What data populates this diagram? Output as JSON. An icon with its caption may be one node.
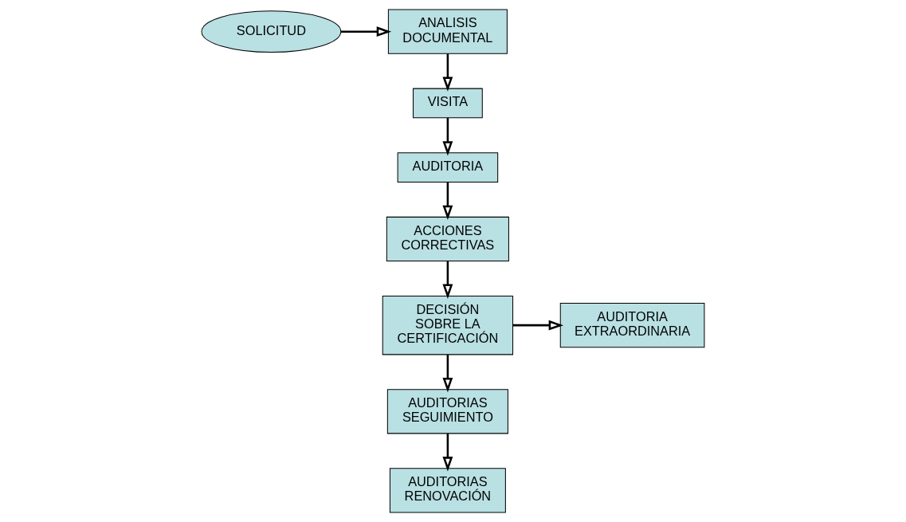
{
  "diagram": {
    "nodes": [
      {
        "text": [
          "SOLICITUD"
        ]
      },
      {
        "text": [
          "ANALISIS DOCUMENTAL"
        ]
      },
      {
        "text": [
          "VISITA"
        ]
      },
      {
        "text": [
          "AUDITORIA"
        ]
      },
      {
        "text": [
          "ACCIONES CORRECTIVAS"
        ]
      },
      {
        "text": [
          "DECISIÓN SOBRE LA CERTIFICACIÓN"
        ]
      },
      {
        "text": [
          "AUDITORIA EXTRAORDINARIA"
        ]
      },
      {
        "text": [
          "AUDITORIAS SEGUIMIENTO"
        ]
      },
      {
        "text": [
          "AUDITORIAS RENOVACIÓN"
        ]
      }
    ],
    "edges": [
      {
        "from": 0,
        "to": 1,
        "arrow": "to"
      },
      {
        "from": 1,
        "to": 2,
        "arrow": "to"
      },
      {
        "from": 2,
        "to": 3,
        "arrow": "to"
      },
      {
        "from": 3,
        "to": 4,
        "arrow": "to"
      },
      {
        "from": 4,
        "to": 5,
        "arrow": "to"
      },
      {
        "from": 5,
        "to": 6,
        "arrow": "to"
      },
      {
        "from": 5,
        "to": 7,
        "arrow": "to"
      },
      {
        "from": 7,
        "to": 8,
        "arrow": "to"
      }
    ]
  }
}
